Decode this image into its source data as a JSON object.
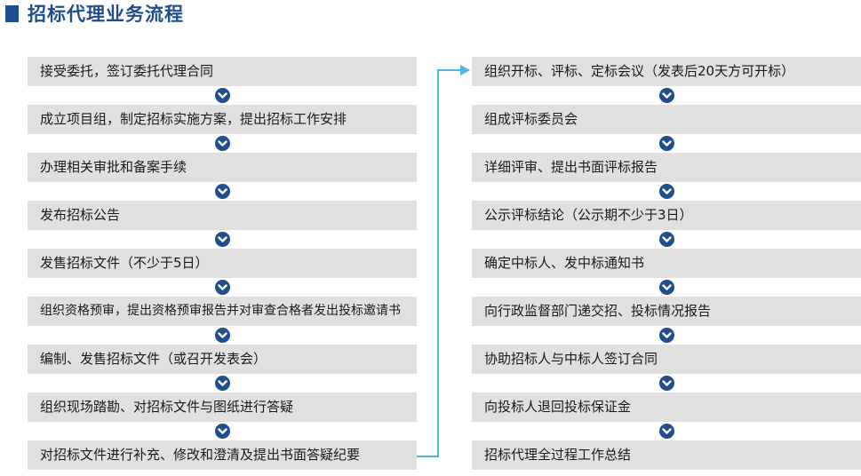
{
  "header": {
    "title": "招标代理业务流程"
  },
  "colors": {
    "accent": "#1e4e8c",
    "box": "#e0e0e0",
    "connector": "#4fb3e8"
  },
  "left_steps": [
    "接受委托，签订委托代理合同",
    "成立项目组，制定招标实施方案，提出招标工作安排",
    "办理相关审批和备案手续",
    "发布招标公告",
    "发售招标文件（不少于5日）",
    "组织资格预审，提出资格预审报告并对审查合格者发出投标邀请书",
    "编制、发售招标文件（或召开发表会）",
    "组织现场踏勘、对招标文件与图纸进行答疑",
    "对招标文件进行补充、修改和澄清及提出书面答疑纪要"
  ],
  "right_steps": [
    "组织开标、评标、定标会议（发表后20天方可开标）",
    "组成评标委员会",
    "详细评审、提出书面评标报告",
    "公示评标结论（公示期不少于3日）",
    "确定中标人、发中标通知书",
    " 向行政监督部门递交招、投标情况报告",
    "协助招标人与中标人签订合同",
    "向投标人退回投标保证金",
    "招标代理全过程工作总结"
  ],
  "icons": {
    "step_arrow": "chevron-down-icon",
    "link_arrow": "arrow-right-icon"
  }
}
